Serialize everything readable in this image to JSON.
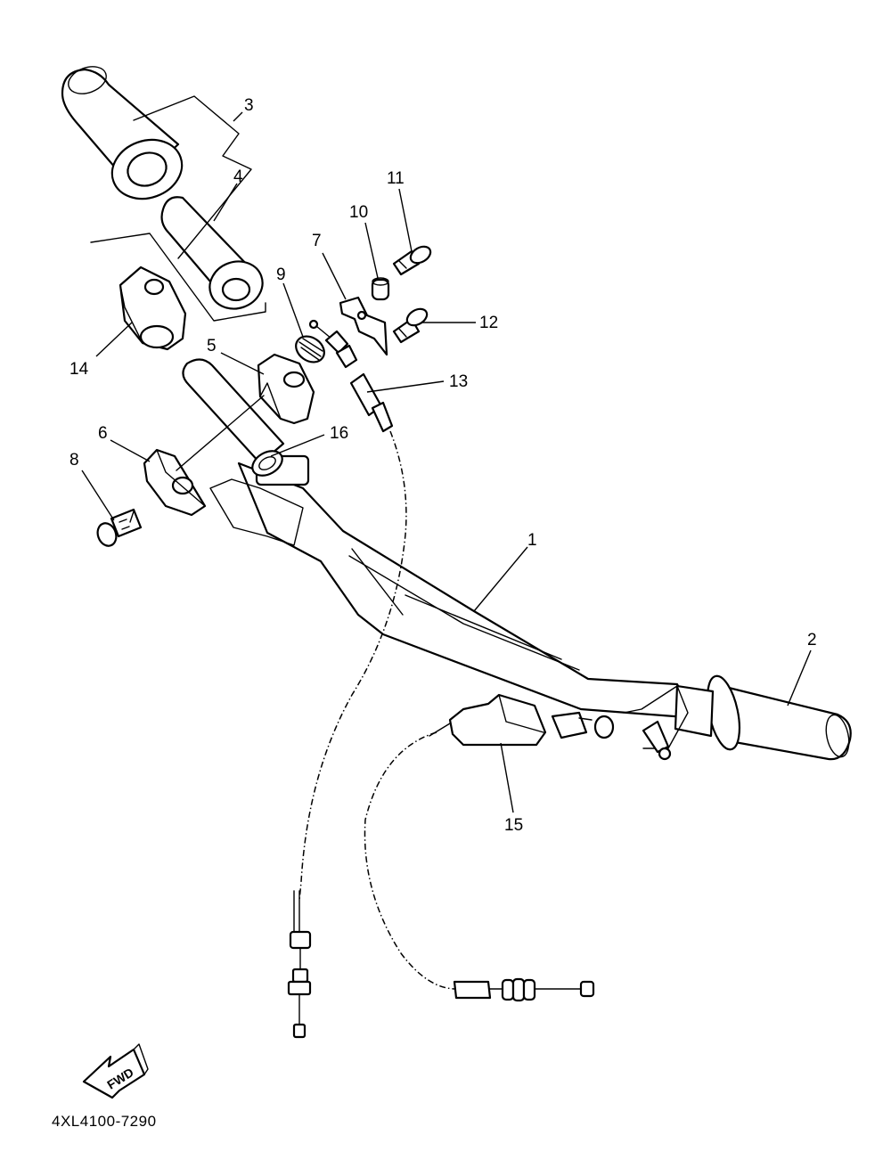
{
  "diagram": {
    "code": "4XL4100-7290",
    "direction_label": "FWD",
    "callouts": [
      {
        "id": "c1",
        "label": "1"
      },
      {
        "id": "c2",
        "label": "2"
      },
      {
        "id": "c3",
        "label": "3"
      },
      {
        "id": "c4",
        "label": "4"
      },
      {
        "id": "c5",
        "label": "5"
      },
      {
        "id": "c6",
        "label": "6"
      },
      {
        "id": "c7",
        "label": "7"
      },
      {
        "id": "c8",
        "label": "8"
      },
      {
        "id": "c9",
        "label": "9"
      },
      {
        "id": "c10",
        "label": "10"
      },
      {
        "id": "c11",
        "label": "11"
      },
      {
        "id": "c12",
        "label": "12"
      },
      {
        "id": "c13",
        "label": "13"
      },
      {
        "id": "c14",
        "label": "14"
      },
      {
        "id": "c15",
        "label": "15"
      },
      {
        "id": "c16",
        "label": "16"
      }
    ]
  }
}
